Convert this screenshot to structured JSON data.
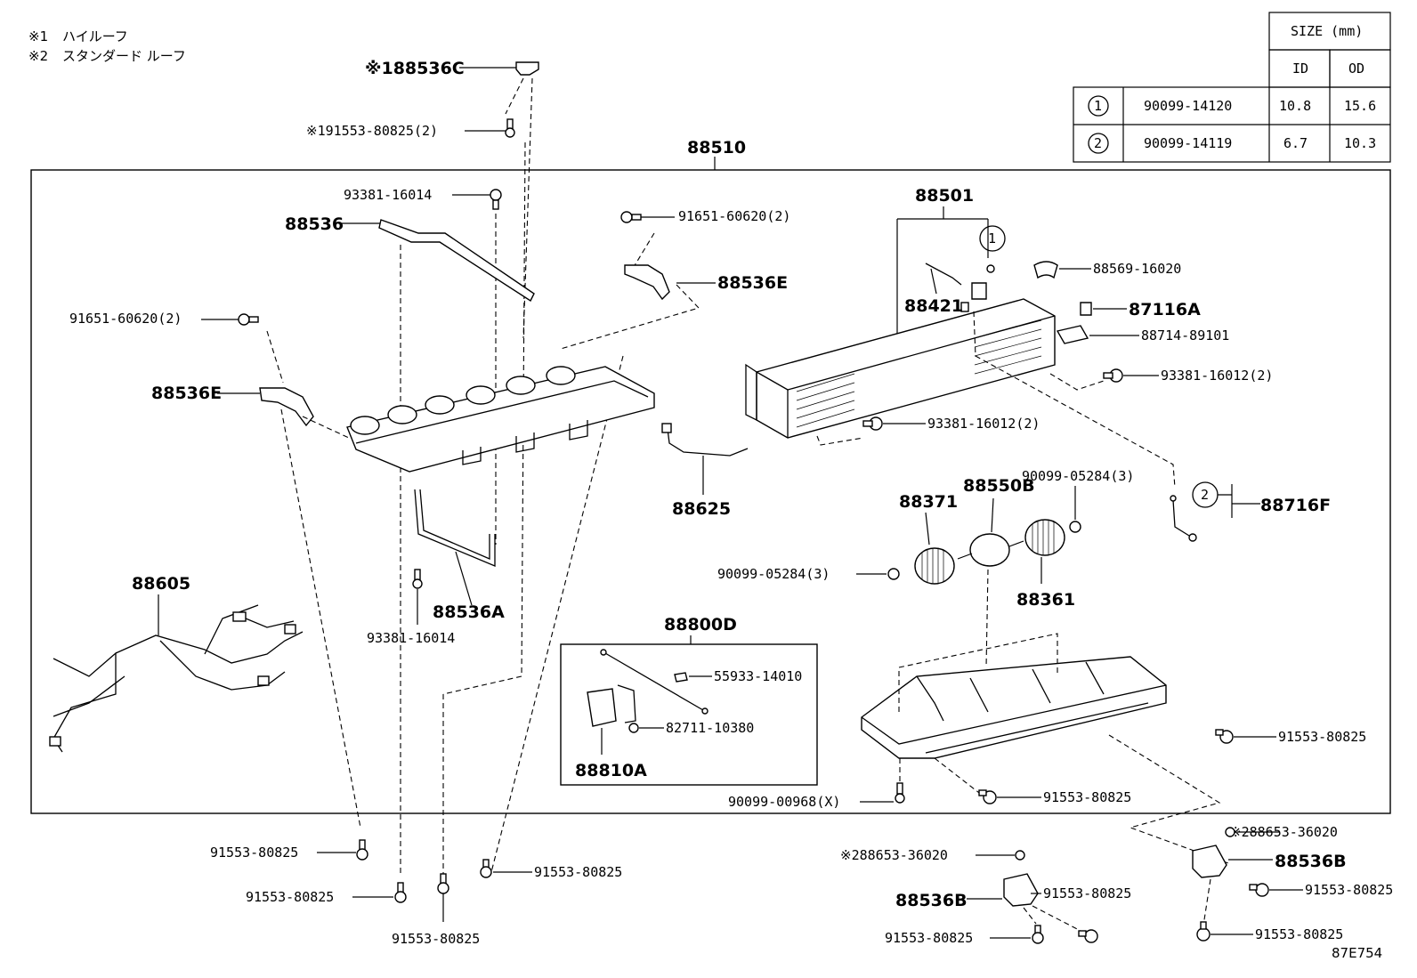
{
  "notes": [
    {
      "mark": "※1",
      "text": "ハイルーフ"
    },
    {
      "mark": "※2",
      "text": "スタンダード ルーフ"
    }
  ],
  "size_table": {
    "title": "SIZE (mm)",
    "col_id": "ID",
    "col_od": "OD",
    "rows": [
      {
        "mark": "1",
        "part": "90099-14120",
        "id": "10.8",
        "od": "15.6"
      },
      {
        "mark": "2",
        "part": "90099-14119",
        "id": "6.7",
        "od": "10.3"
      }
    ]
  },
  "labels": {
    "l_88536C": "※188536C",
    "l_91553_top": "※191553-80825(2)",
    "l_88510": "88510",
    "l_93381_16014_a": "93381-16014",
    "l_88536": "88536",
    "l_91651_a": "91651-60620(2)",
    "l_88536E_a": "88536E",
    "l_91651_b": "91651-60620(2)",
    "l_88536E_b": "88536E",
    "l_88501": "88501",
    "l_88421": "88421",
    "l_88569": "88569-16020",
    "l_87116A": "87116A",
    "l_88714": "88714-89101",
    "l_93381_16012_a": "93381-16012(2)",
    "l_93381_16012_b": "93381-16012(2)",
    "l_88625": "88625",
    "l_90099_05284_a": "90099-05284(3)",
    "l_88371": "88371",
    "l_88550B": "88550B",
    "l_88716F": "88716F",
    "l_90099_05284_b": "90099-05284(3)",
    "l_88361": "88361",
    "l_88536A": "88536A",
    "l_93381_16014_b": "93381-16014",
    "l_88605": "88605",
    "l_88800D": "88800D",
    "l_55933": "55933-14010",
    "l_82711": "82711-10380",
    "l_88810A": "88810A",
    "l_91553_r1": "91553-80825",
    "l_90099_00968": "90099-00968(X)",
    "l_91553_r2": "91553-80825",
    "l_91553_b1": "91553-80825",
    "l_91553_b2": "91553-80825",
    "l_91553_b3": "91553-80825",
    "l_91553_b4": "91553-80825",
    "l_88653_a": "※288653-36020",
    "l_88653_b": "※288653-36020",
    "l_88536B_a": "88536B",
    "l_88536B_b": "88536B",
    "l_91553_b5": "91553-80825",
    "l_91553_b6": "91553-80825",
    "l_91553_b7": "91553-80825",
    "l_91553_b8": "91553-80825",
    "l_circle1": "1",
    "l_circle2": "2",
    "l_code": "87E754"
  }
}
